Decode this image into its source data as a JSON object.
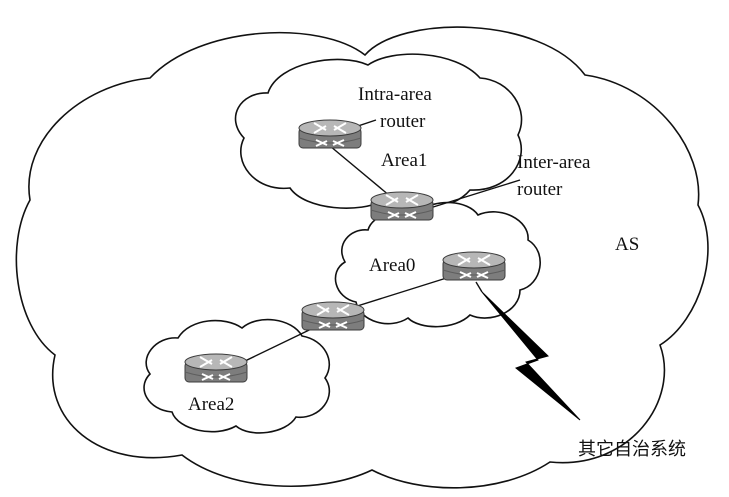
{
  "labels": {
    "as": "AS",
    "area0": "Area0",
    "area1": "Area1",
    "area2": "Area2",
    "intra_area_router_line1": "Intra-area",
    "intra_area_router_line2": "router",
    "inter_area_router_line1": "Inter-area",
    "inter_area_router_line2": "router",
    "other_as": "其它自治系统"
  },
  "colors": {
    "outline": "#111111",
    "router_body": "#7d7d7d",
    "router_top": "#b7b7b7",
    "router_side": "#5e5e5e",
    "router_mark": "#ffffff",
    "background": "#ffffff"
  },
  "icons": {
    "router": "router-icon",
    "external_link": "lightning-bolt-icon"
  }
}
